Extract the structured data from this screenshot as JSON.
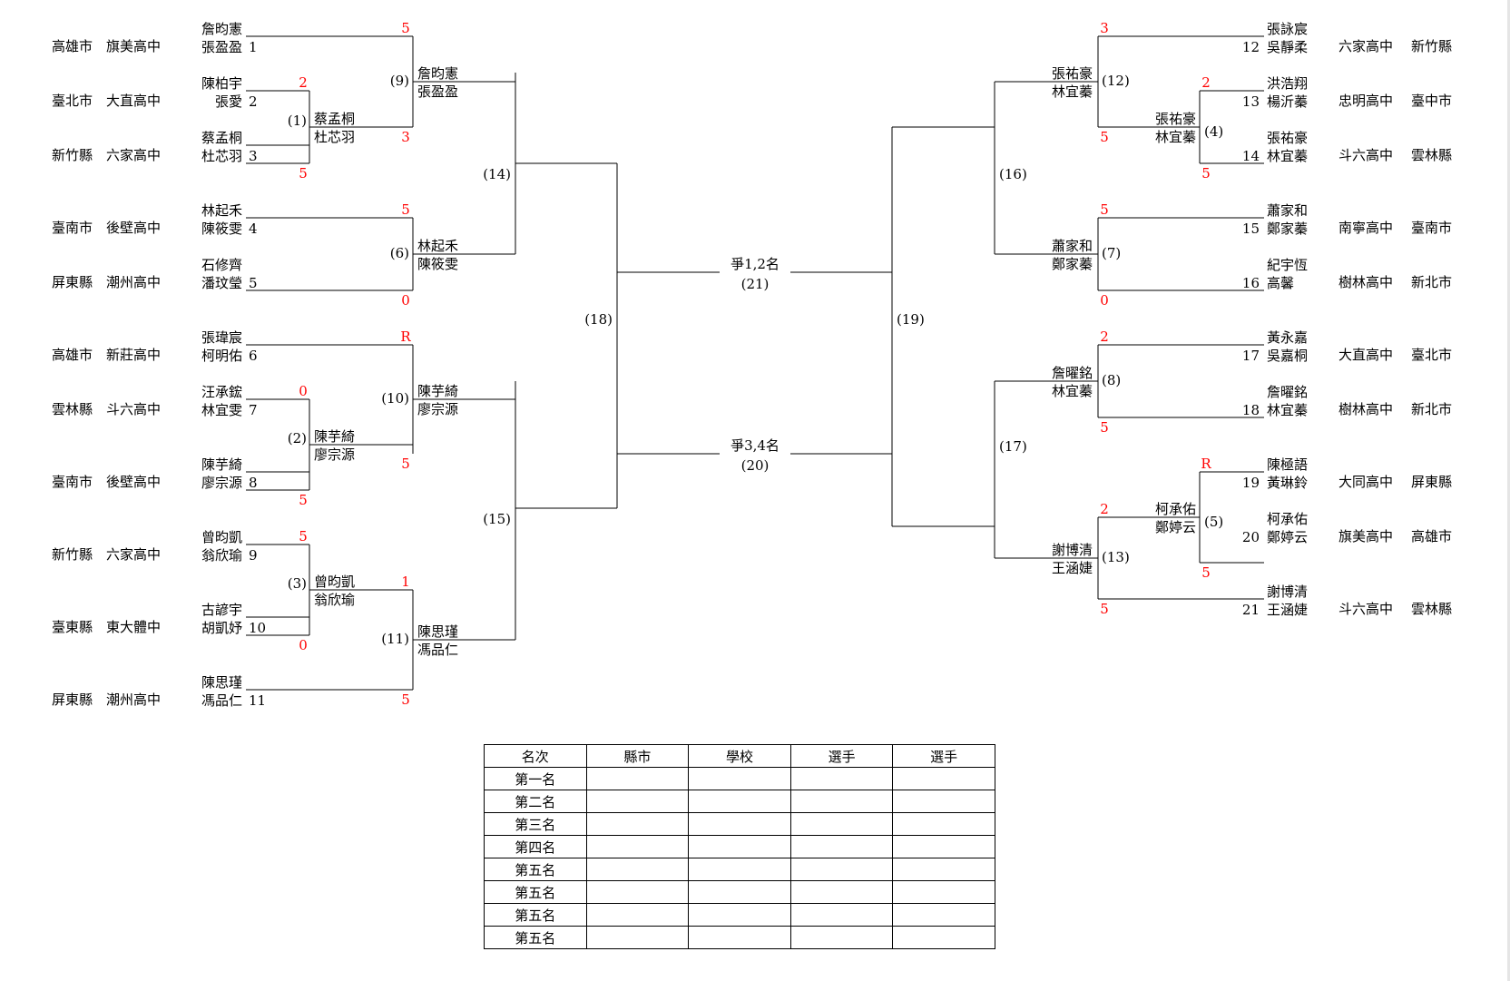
{
  "entries": [
    {
      "no": "1",
      "p1": "詹昀憲",
      "p2": "張盈盈",
      "region": "高雄市",
      "school": "旗美高中"
    },
    {
      "no": "2",
      "p1": "陳柏宇",
      "p2": "張愛",
      "region": "臺北市",
      "school": "大直高中"
    },
    {
      "no": "3",
      "p1": "蔡孟桐",
      "p2": "杜芯羽",
      "region": "新竹縣",
      "school": "六家高中"
    },
    {
      "no": "4",
      "p1": "林起禾",
      "p2": "陳筱雯",
      "region": "臺南市",
      "school": "後壁高中"
    },
    {
      "no": "5",
      "p1": "石修齊",
      "p2": "潘玟瑩",
      "region": "屏東縣",
      "school": "潮州高中"
    },
    {
      "no": "6",
      "p1": "張瑋宸",
      "p2": "柯明佑",
      "region": "高雄市",
      "school": "新莊高中"
    },
    {
      "no": "7",
      "p1": "汪承鋐",
      "p2": "林宜雯",
      "region": "雲林縣",
      "school": "斗六高中"
    },
    {
      "no": "8",
      "p1": "陳芋綺",
      "p2": "廖宗源",
      "region": "臺南市",
      "school": "後壁高中"
    },
    {
      "no": "9",
      "p1": "曾昀凱",
      "p2": "翁欣瑜",
      "region": "新竹縣",
      "school": "六家高中"
    },
    {
      "no": "10",
      "p1": "古諺宇",
      "p2": "胡凱妤",
      "region": "臺東縣",
      "school": "東大體中"
    },
    {
      "no": "11",
      "p1": "陳思瑾",
      "p2": "馮品仁",
      "region": "屏東縣",
      "school": "潮州高中"
    },
    {
      "no": "12",
      "p1": "張詠宸",
      "p2": "吳靜柔",
      "region": "新竹縣",
      "school": "六家高中"
    },
    {
      "no": "13",
      "p1": "洪浩翔",
      "p2": "楊沂蓁",
      "region": "臺中市",
      "school": "忠明高中"
    },
    {
      "no": "14",
      "p1": "張祐豪",
      "p2": "林宜蓁",
      "region": "雲林縣",
      "school": "斗六高中"
    },
    {
      "no": "15",
      "p1": "蕭家和",
      "p2": "鄭家蓁",
      "region": "臺南市",
      "school": "南寧高中"
    },
    {
      "no": "16",
      "p1": "紀宇恆",
      "p2": "高馨",
      "region": "新北市",
      "school": "樹林高中"
    },
    {
      "no": "17",
      "p1": "黃永嘉",
      "p2": "吳嘉桐",
      "region": "臺北市",
      "school": "大直高中"
    },
    {
      "no": "18",
      "p1": "詹曜銘",
      "p2": "林宜蓁",
      "region": "新北市",
      "school": "樹林高中"
    },
    {
      "no": "19",
      "p1": "陳極語",
      "p2": "黃琳鈴",
      "region": "屏東縣",
      "school": "大同高中"
    },
    {
      "no": "20",
      "p1": "柯承佑",
      "p2": "鄭婷云",
      "region": "高雄市",
      "school": "旗美高中"
    },
    {
      "no": "21",
      "p1": "謝博清",
      "p2": "王涵婕",
      "region": "雲林縣",
      "school": "斗六高中"
    }
  ],
  "matches": [
    {
      "id": "(1)",
      "winner1": "蔡孟桐",
      "winner2": "杜芯羽",
      "score_top": "2",
      "score_bottom": "5"
    },
    {
      "id": "(2)",
      "winner1": "陳芋綺",
      "winner2": "廖宗源",
      "score_top": "0",
      "score_bottom": "5"
    },
    {
      "id": "(3)",
      "winner1": "曾昀凱",
      "winner2": "翁欣瑜",
      "score_top": "5",
      "score_bottom": "0"
    },
    {
      "id": "(4)",
      "winner1": "張祐豪",
      "winner2": "林宜蓁",
      "score_top": "2",
      "score_bottom": "5"
    },
    {
      "id": "(5)",
      "winner1": "柯承佑",
      "winner2": "鄭婷云",
      "score_top": "R",
      "score_bottom": "5"
    },
    {
      "id": "(6)",
      "winner1": "林起禾",
      "winner2": "陳筱雯",
      "score_top": "5",
      "score_bottom": "0"
    },
    {
      "id": "(7)",
      "winner1": "蕭家和",
      "winner2": "鄭家蓁",
      "score_top": "5",
      "score_bottom": "0"
    },
    {
      "id": "(8)",
      "winner1": "詹曜銘",
      "winner2": "林宜蓁",
      "score_top": "2",
      "score_bottom": "5"
    },
    {
      "id": "(9)",
      "winner1": "詹昀憲",
      "winner2": "張盈盈",
      "score_top": "5",
      "score_bottom": "3"
    },
    {
      "id": "(10)",
      "winner1": "陳芋綺",
      "winner2": "廖宗源",
      "score_top": "R",
      "score_bottom": "5"
    },
    {
      "id": "(11)",
      "winner1": "陳思瑾",
      "winner2": "馮品仁",
      "score_top": "1",
      "score_bottom": "5"
    },
    {
      "id": "(12)",
      "winner1": "張祐豪",
      "winner2": "林宜蓁",
      "score_top": "3",
      "score_bottom": "5"
    },
    {
      "id": "(13)",
      "winner1": "謝博清",
      "winner2": "王涵婕",
      "score_top": "2",
      "score_bottom": "5"
    },
    {
      "id": "(14)"
    },
    {
      "id": "(15)"
    },
    {
      "id": "(16)"
    },
    {
      "id": "(17)"
    },
    {
      "id": "(18)"
    },
    {
      "id": "(19)"
    }
  ],
  "finals": {
    "first_label": "爭1,2名",
    "first_id": "(21)",
    "third_label": "爭3,4名",
    "third_id": "(20)"
  },
  "result_table": {
    "headers": [
      "名次",
      "縣市",
      "學校",
      "選手",
      "選手"
    ],
    "rows": [
      "第一名",
      "第二名",
      "第三名",
      "第四名",
      "第五名",
      "第五名",
      "第五名",
      "第五名"
    ]
  }
}
